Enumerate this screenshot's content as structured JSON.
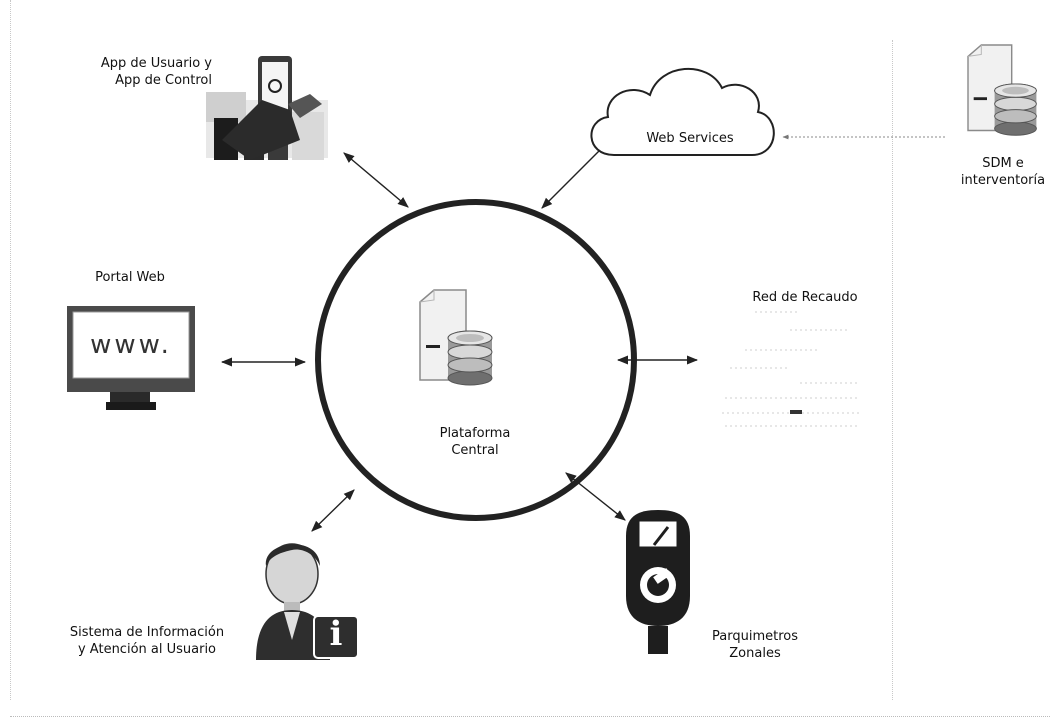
{
  "center": {
    "line1": "Plataforma",
    "line2": "Central"
  },
  "app": {
    "line1": "App de Usuario y",
    "line2": "App de Control"
  },
  "web_services": {
    "label": "Web Services"
  },
  "sdm": {
    "line1": "SDM e",
    "line2": "interventoría"
  },
  "portal": {
    "label": "Portal Web",
    "screen_text": "www."
  },
  "recaudo": {
    "label": "Red de Recaudo"
  },
  "sistema": {
    "line1": "Sistema de Información",
    "line2": "y Atención al Usuario",
    "badge": "i"
  },
  "parquimetros": {
    "line1": "Parquimetros",
    "line2": "Zonales"
  },
  "colors": {
    "ink": "#111111",
    "line": "#222222",
    "faint": "#c8c8c8"
  },
  "icons": [
    "database-server-icon",
    "smartphone-city-icon",
    "cloud-icon",
    "computer-monitor-icon",
    "user-info-icon",
    "parking-meter-icon"
  ]
}
